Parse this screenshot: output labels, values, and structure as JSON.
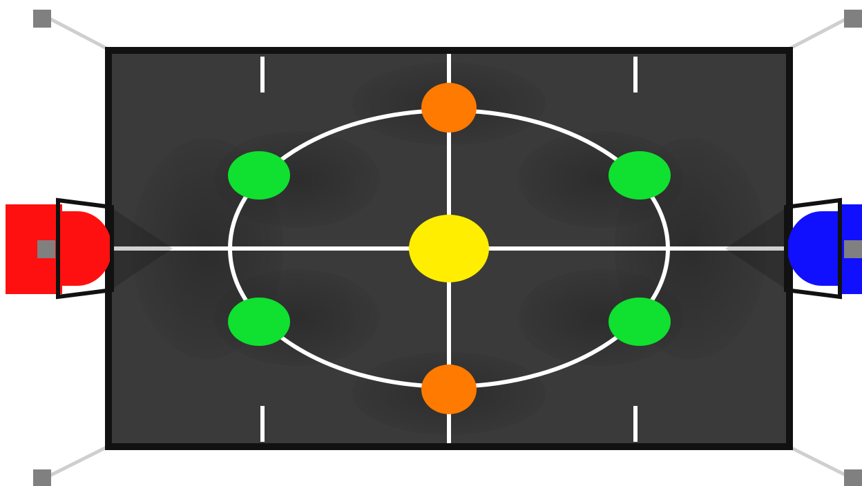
{
  "scene": {
    "kind": "top-down robot soccer field",
    "background": "#ffffff",
    "field_color": "#3a3a3a",
    "border_color": "#111111",
    "line_color": "#ffffff",
    "goal_frame_color": "#111111"
  },
  "goals": [
    {
      "side": "left",
      "team_color": "#ff1010"
    },
    {
      "side": "right",
      "team_color": "#1010ff"
    }
  ],
  "spots": {
    "center": {
      "color": "#ffee00"
    },
    "orange": {
      "color": "#ff7a00",
      "count": 2
    },
    "green": {
      "color": "#10e030",
      "count": 4
    }
  },
  "corner_lights": {
    "count": 4,
    "color": "#808080"
  }
}
